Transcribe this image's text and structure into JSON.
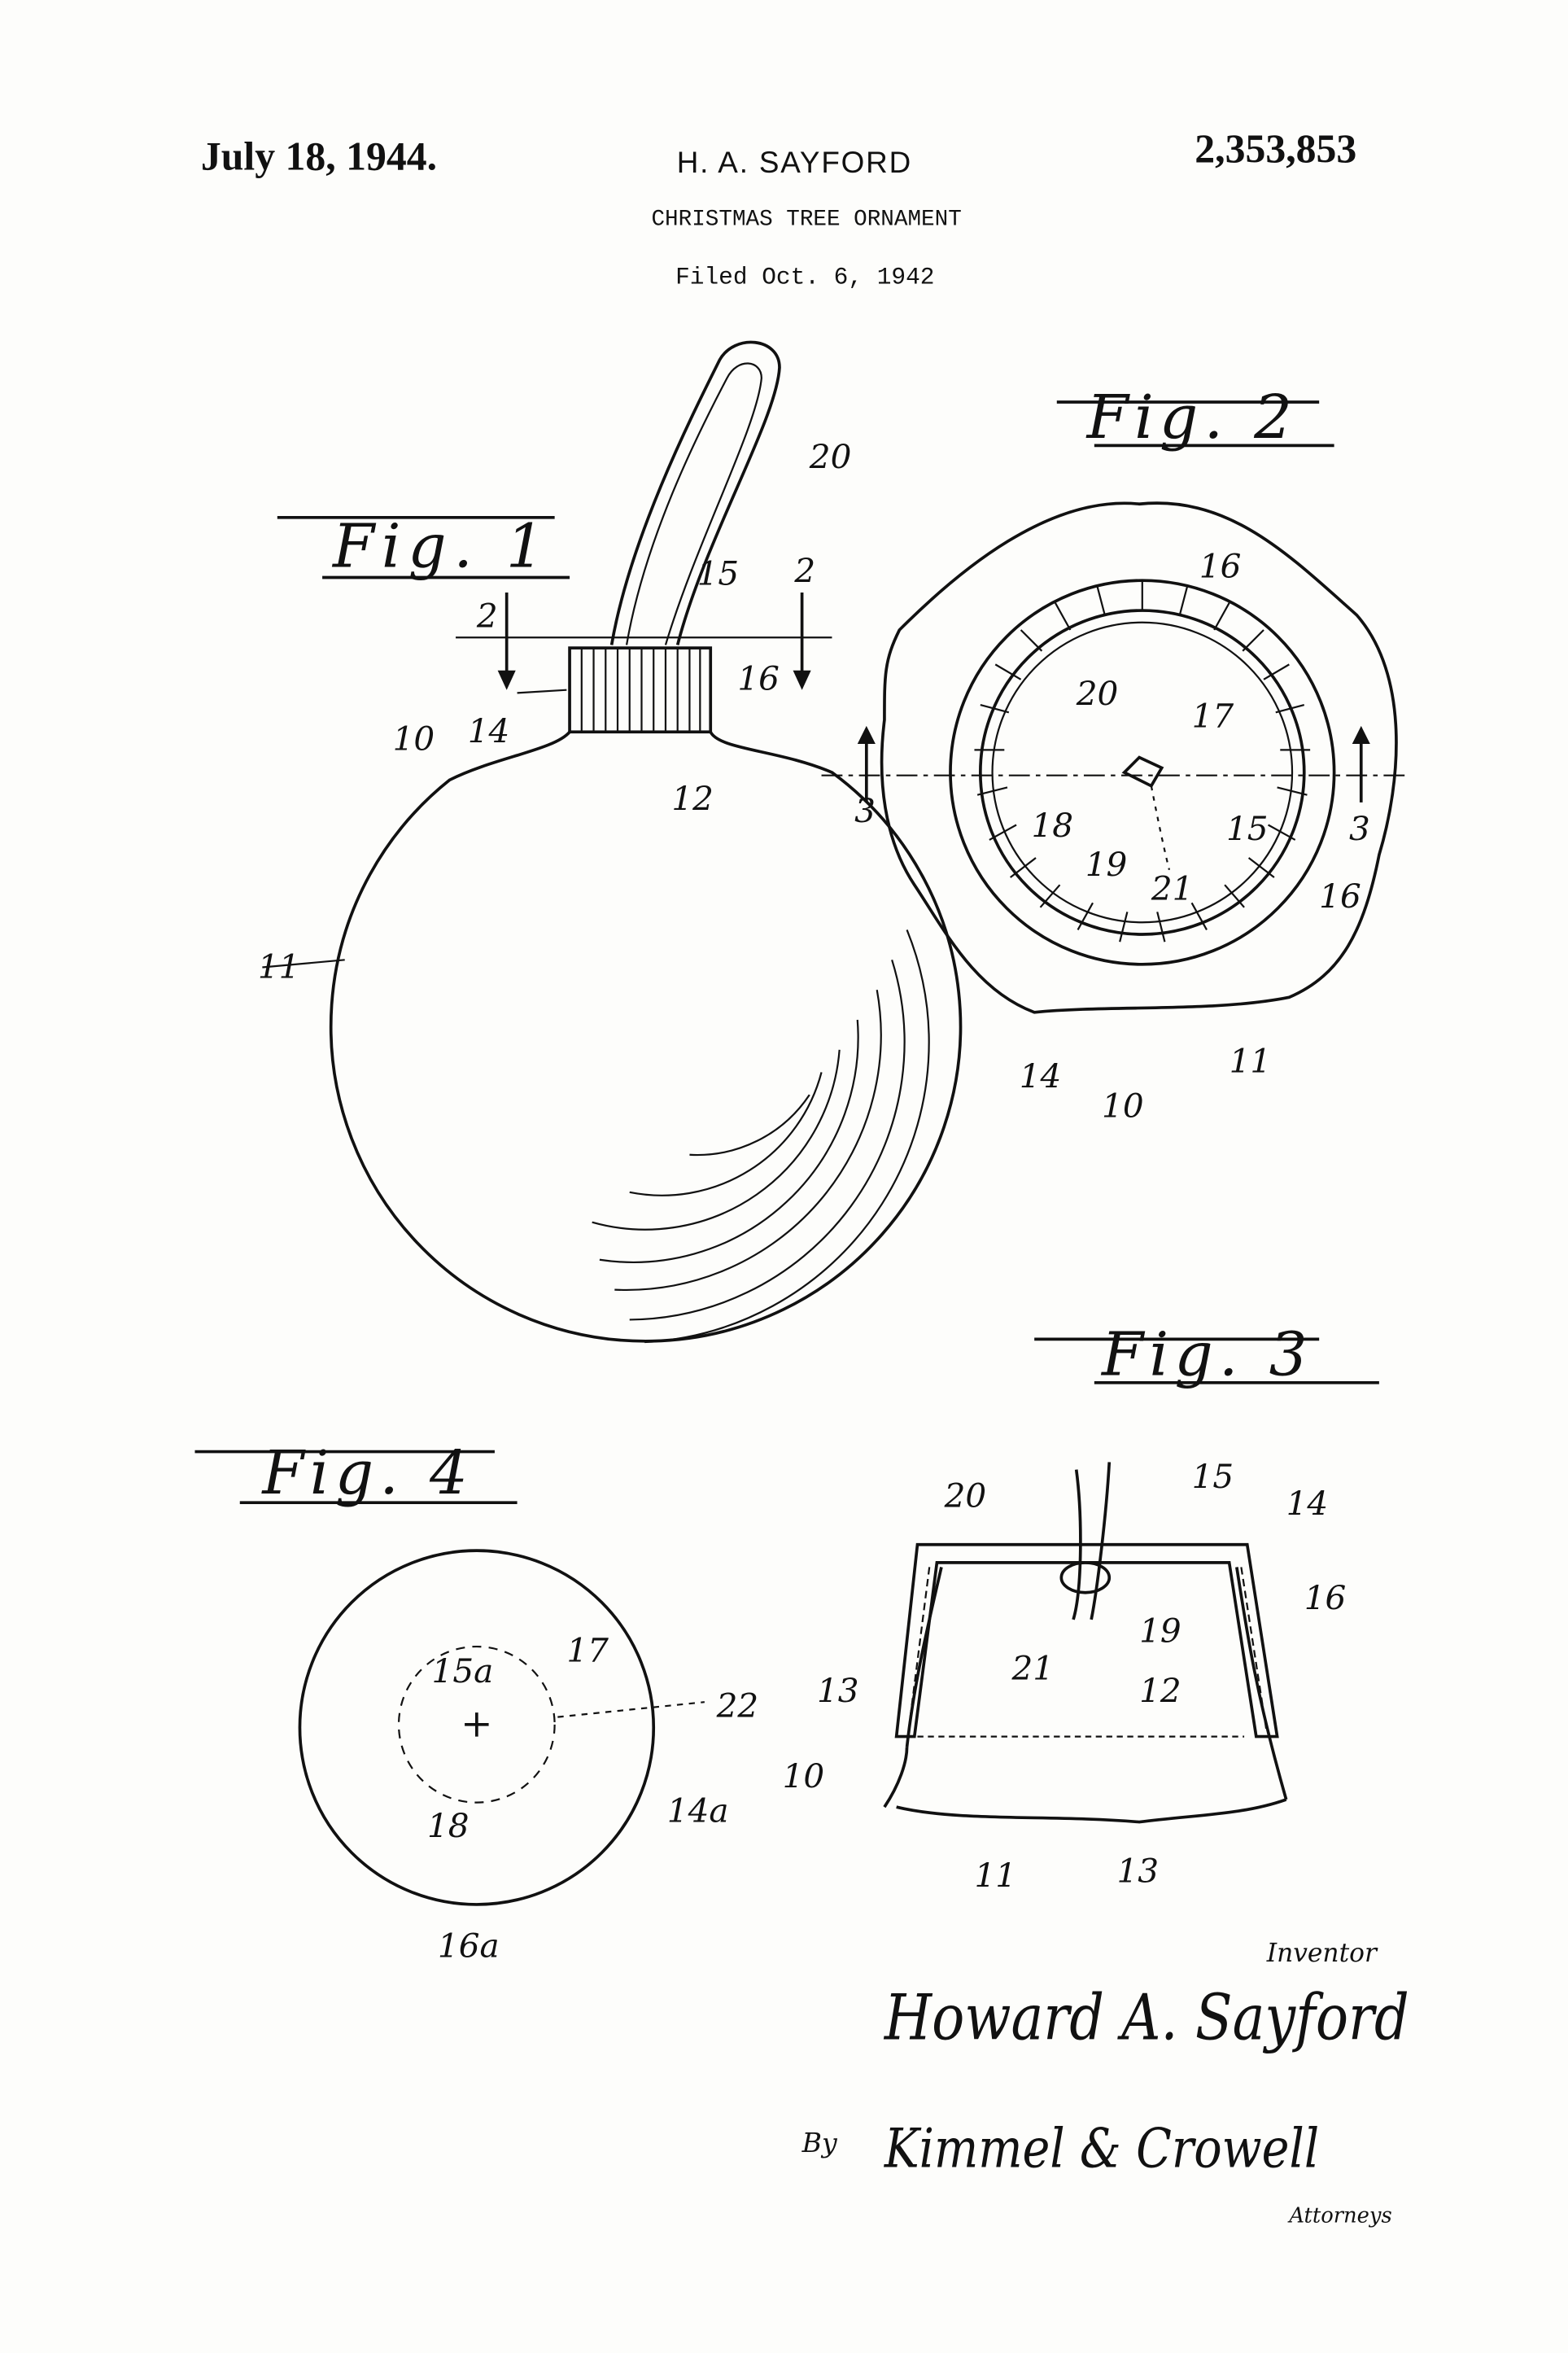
{
  "header": {
    "date": "July 18, 1944.",
    "inventor": "H. A. SAYFORD",
    "patent_number": "2,353,853",
    "title": "CHRISTMAS TREE ORNAMENT",
    "filed": "Filed Oct. 6, 1942"
  },
  "figures": {
    "fig1": "Fig. 1",
    "fig2": "Fig. 2",
    "fig3": "Fig. 3",
    "fig4": "Fig. 4"
  },
  "refs": {
    "fig1": [
      "20",
      "2",
      "15",
      "2",
      "14",
      "16",
      "10",
      "12",
      "11"
    ],
    "fig2": [
      "16",
      "20",
      "17",
      "3",
      "3",
      "18",
      "19",
      "15",
      "21",
      "16",
      "14",
      "10",
      "11"
    ],
    "fig3": [
      "20",
      "15",
      "14",
      "16",
      "21",
      "19",
      "13",
      "12",
      "10",
      "11",
      "13"
    ],
    "fig4": [
      "15a",
      "17",
      "22",
      "18",
      "14a",
      "16a"
    ]
  },
  "signature": {
    "inventor_label": "Inventor",
    "inventor_name": "Howard A. Sayford",
    "by": "By",
    "attorneys_name": "Kimmel & Crowell",
    "attorneys_label": "Attorneys"
  }
}
